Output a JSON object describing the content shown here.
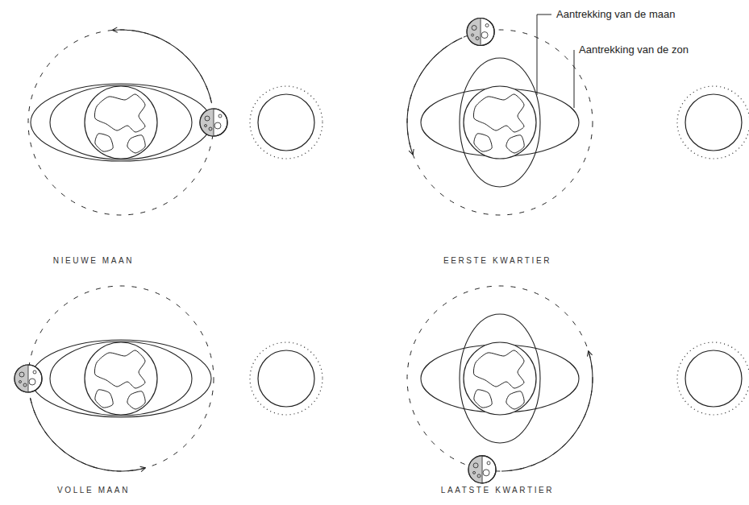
{
  "diagram": {
    "labels": [
      "Aantrekking van de maan",
      "Aantrekking van de zon",
      "NIEUWE MAAN",
      "EERSTE KWARTIER",
      "VOLLE MAAN",
      "LAATSTE KWARTIER"
    ]
  }
}
